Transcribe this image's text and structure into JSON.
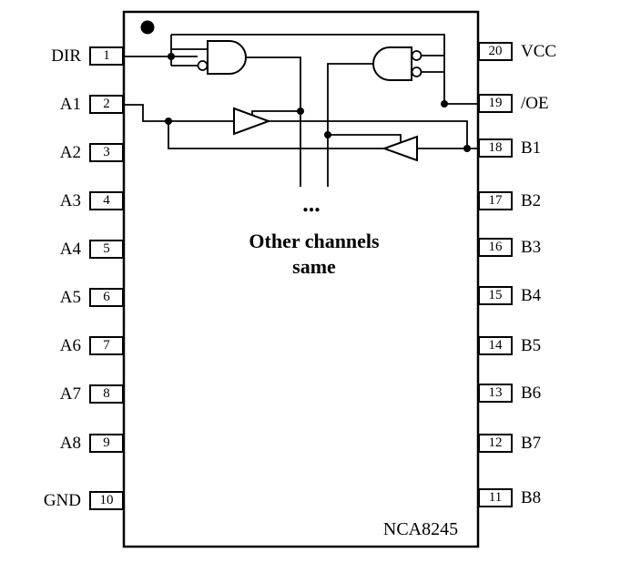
{
  "chip": {
    "part_number": "NCA8245",
    "annotation": {
      "ellipsis": "...",
      "line1": "Other channels",
      "line2": "same"
    }
  },
  "pins": {
    "left": [
      {
        "number": "1",
        "label": "DIR"
      },
      {
        "number": "2",
        "label": "A1"
      },
      {
        "number": "3",
        "label": "A2"
      },
      {
        "number": "4",
        "label": "A3"
      },
      {
        "number": "5",
        "label": "A4"
      },
      {
        "number": "6",
        "label": "A5"
      },
      {
        "number": "7",
        "label": "A6"
      },
      {
        "number": "8",
        "label": "A7"
      },
      {
        "number": "9",
        "label": "A8"
      },
      {
        "number": "10",
        "label": "GND"
      }
    ],
    "right": [
      {
        "number": "20",
        "label": "VCC"
      },
      {
        "number": "19",
        "label": "/OE"
      },
      {
        "number": "18",
        "label": "B1"
      },
      {
        "number": "17",
        "label": "B2"
      },
      {
        "number": "16",
        "label": "B3"
      },
      {
        "number": "15",
        "label": "B4"
      },
      {
        "number": "14",
        "label": "B5"
      },
      {
        "number": "13",
        "label": "B6"
      },
      {
        "number": "12",
        "label": "B7"
      },
      {
        "number": "11",
        "label": "B8"
      }
    ]
  },
  "colors": {
    "line": "#000000",
    "background": "#ffffff"
  }
}
